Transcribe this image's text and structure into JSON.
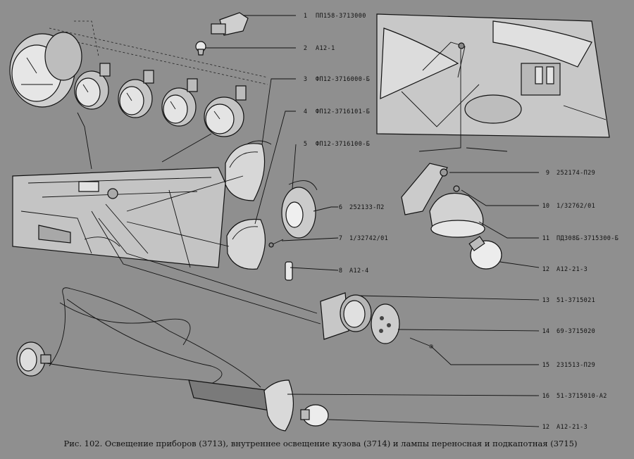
{
  "caption": "Рис. 102. Освещение приборов (3713), внутреннее освещение кузова (3714) и лампы переносная и подкапотная (3715)",
  "parts": [
    {
      "num": "1",
      "code": "ПП158-3713000"
    },
    {
      "num": "2",
      "code": "А12-1"
    },
    {
      "num": "3",
      "code": "ФП12-3716000-Б"
    },
    {
      "num": "4",
      "code": "ФП12-3716101-Б"
    },
    {
      "num": "5",
      "code": "ФП12-3716100-Б"
    },
    {
      "num": "6",
      "code": "252133-П2"
    },
    {
      "num": "7",
      "code": "1/32742/01"
    },
    {
      "num": "8",
      "code": "А12-4"
    },
    {
      "num": "9",
      "code": "252174-П29"
    },
    {
      "num": "10",
      "code": "1/32762/01"
    },
    {
      "num": "11",
      "code": "ПД308Б-3715300-Б"
    },
    {
      "num": "12",
      "code": "А12-21-3"
    },
    {
      "num": "13",
      "code": "51-3715021"
    },
    {
      "num": "14",
      "code": "69-3715020"
    },
    {
      "num": "15",
      "code": "231513-П29"
    },
    {
      "num": "16",
      "code": "51-3715010-А2"
    },
    {
      "num": "12",
      "code": "А12-21-3"
    }
  ],
  "colors": {
    "background": "#8f8f8f",
    "ink": "#111111",
    "part_fill": "#d9d9d9"
  }
}
